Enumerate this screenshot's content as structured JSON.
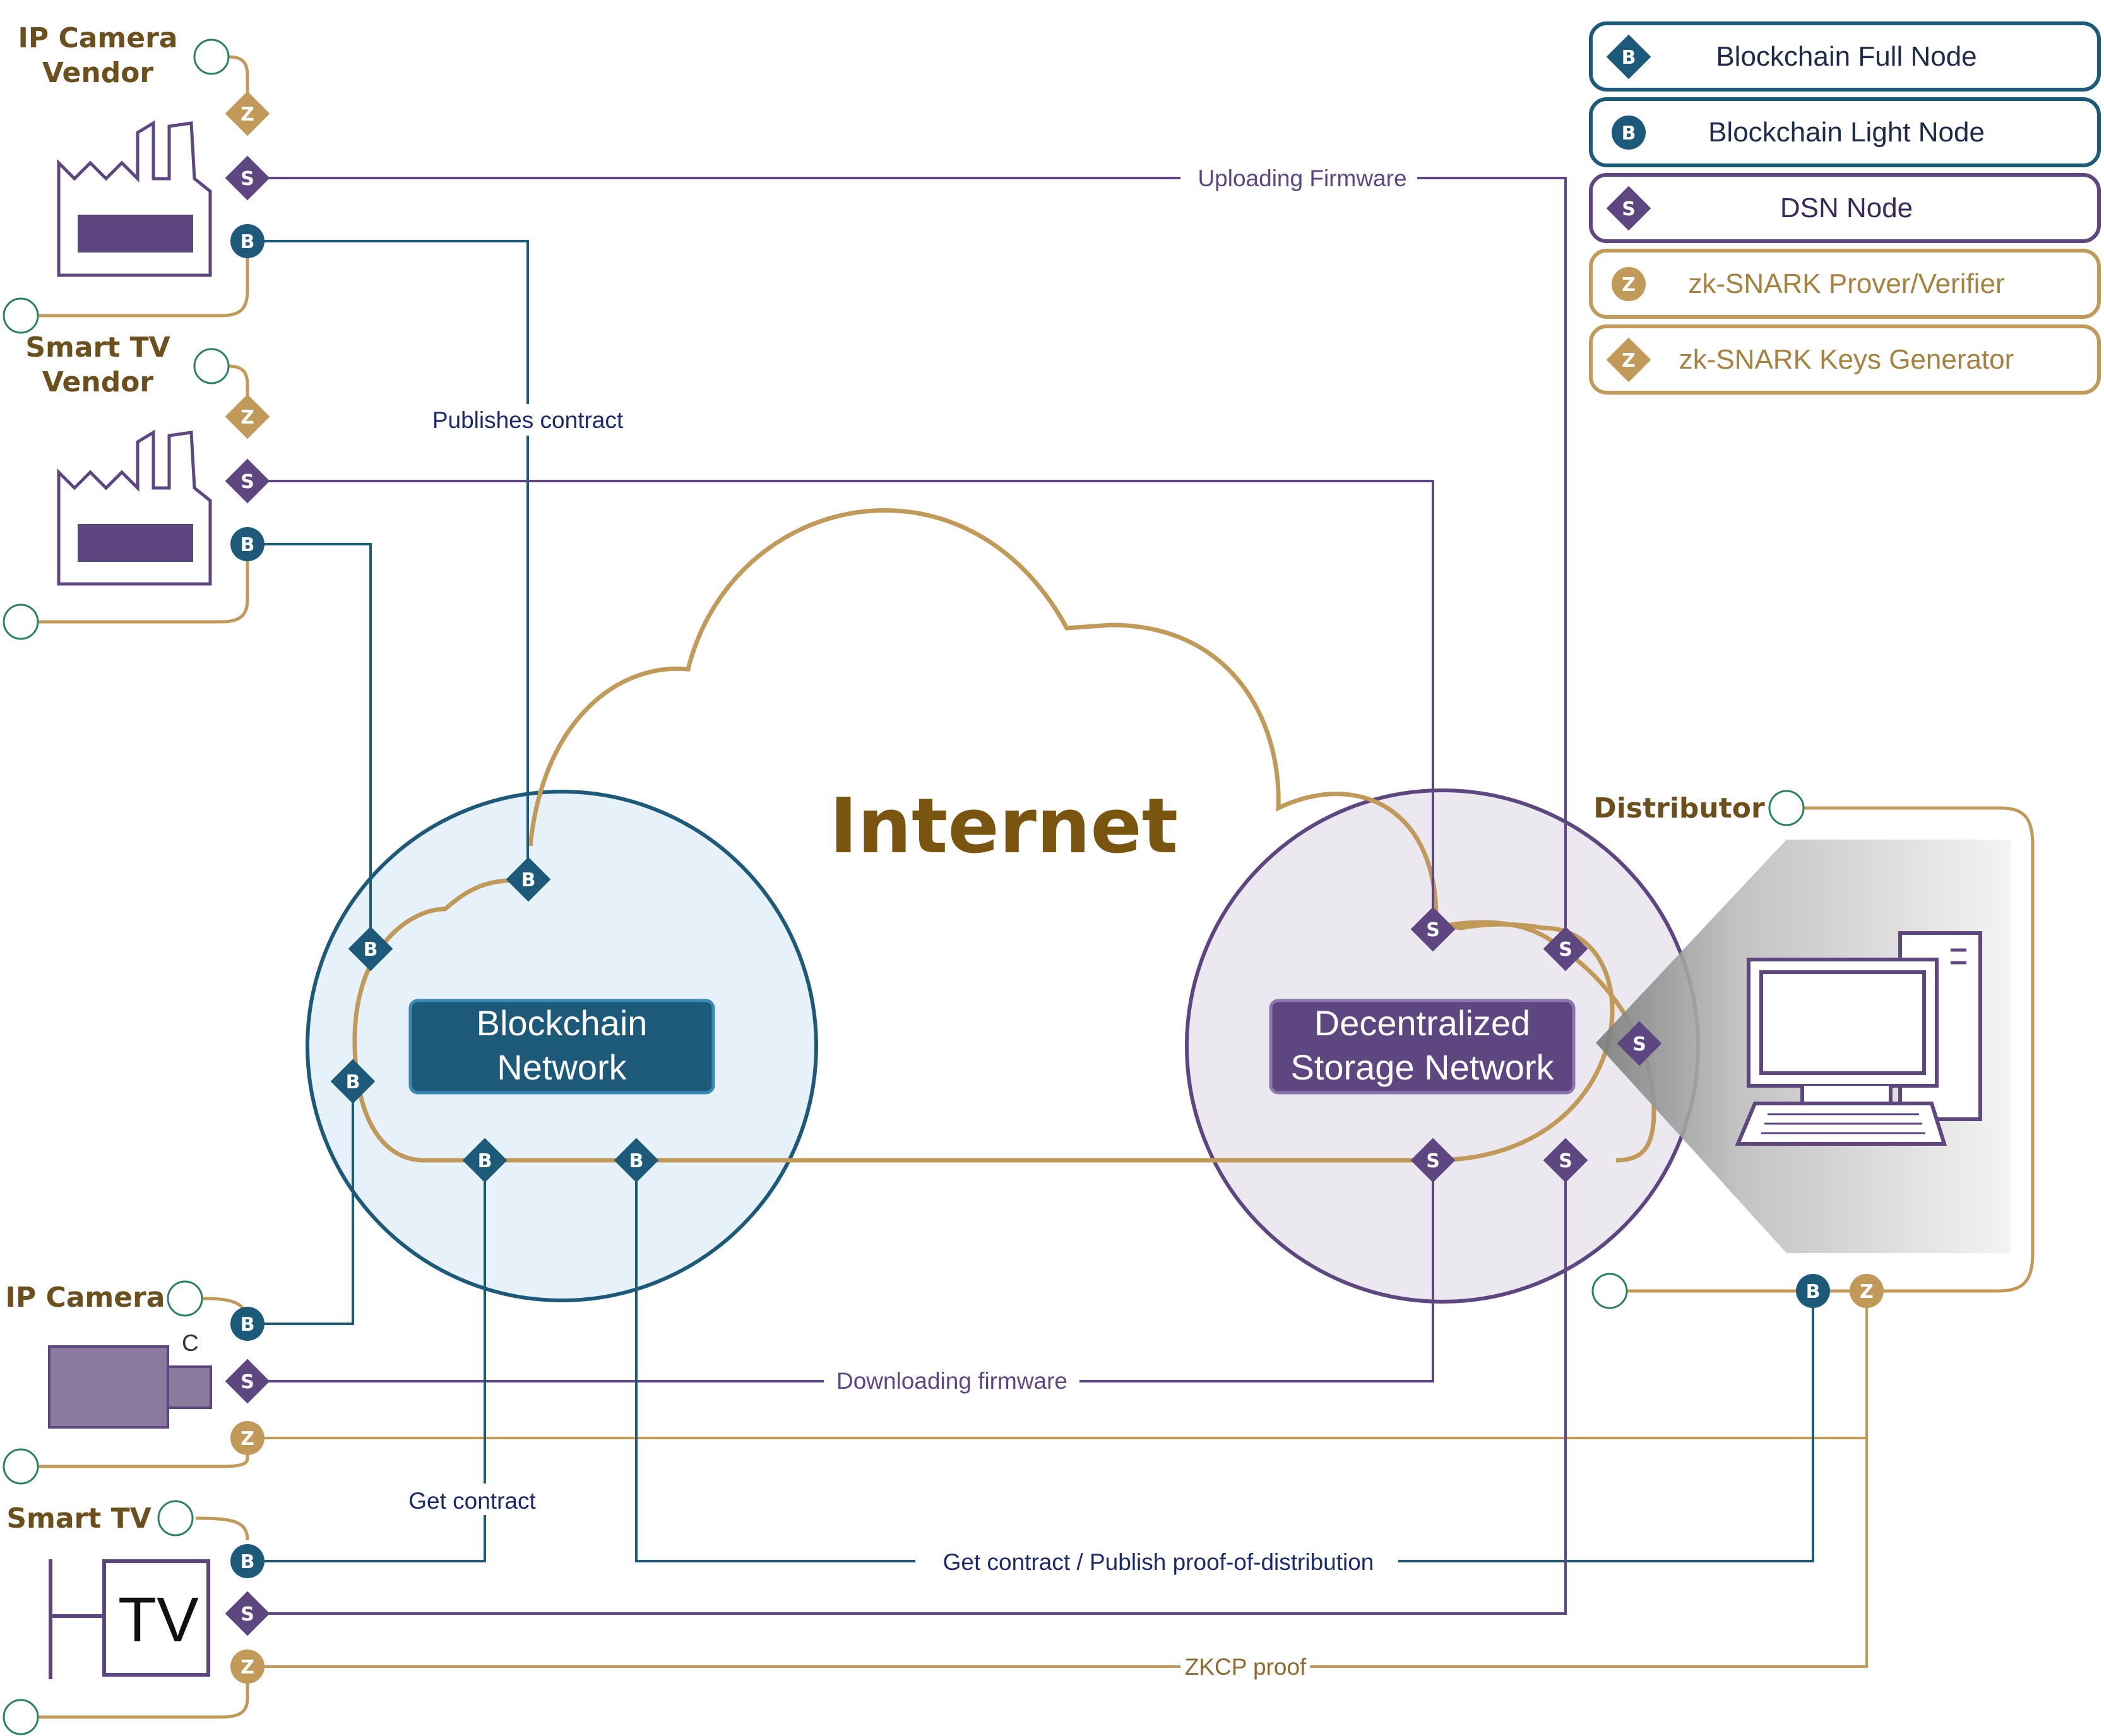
{
  "colors": {
    "blockchain": "#1d5a7a",
    "dsn": "#5e4680",
    "zk": "#c19a5a",
    "actor_text": "#6b4f1d",
    "internet_text": "#7a5510",
    "blockchain_fill": "#e6f1fa",
    "dsn_fill": "#ebe8f0"
  },
  "legend": [
    {
      "label": "Blockchain Full Node",
      "marker": "B",
      "shape": "diamond",
      "color": "#1d5a7a"
    },
    {
      "label": "Blockchain Light Node",
      "marker": "B",
      "shape": "circle",
      "color": "#1d5a7a"
    },
    {
      "label": "DSN Node",
      "marker": "S",
      "shape": "diamond",
      "color": "#5e4680"
    },
    {
      "label": "zk-SNARK Prover/Verifier",
      "marker": "Z",
      "shape": "circle",
      "color": "#c19a5a"
    },
    {
      "label": "zk-SNARK Keys Generator",
      "marker": "Z",
      "shape": "diamond",
      "color": "#c19a5a"
    }
  ],
  "actors": {
    "ip_camera_vendor": [
      "IP Camera",
      "Vendor"
    ],
    "smart_tv_vendor": [
      "Smart TV",
      "Vendor"
    ],
    "distributor": "Distributor",
    "ip_camera": "IP Camera",
    "smart_tv": "Smart TV"
  },
  "center": {
    "internet": "Internet",
    "blockchain_network": [
      "Blockchain",
      "Network"
    ],
    "storage_network": [
      "Decentralized",
      "Storage Network"
    ]
  },
  "device_text": {
    "camera_letter": "C",
    "tv_letter": "TV"
  },
  "markers": {
    "b": "B",
    "s": "S",
    "z": "Z"
  },
  "connection_labels": {
    "uploading_firmware": "Uploading Firmware",
    "publishes_contract": "Publishes contract",
    "downloading_firmware": "Downloading firmware",
    "get_contract": "Get contract",
    "get_contract_publish": "Get contract / Publish proof-of-distribution",
    "zkcp_proof": "ZKCP proof"
  }
}
